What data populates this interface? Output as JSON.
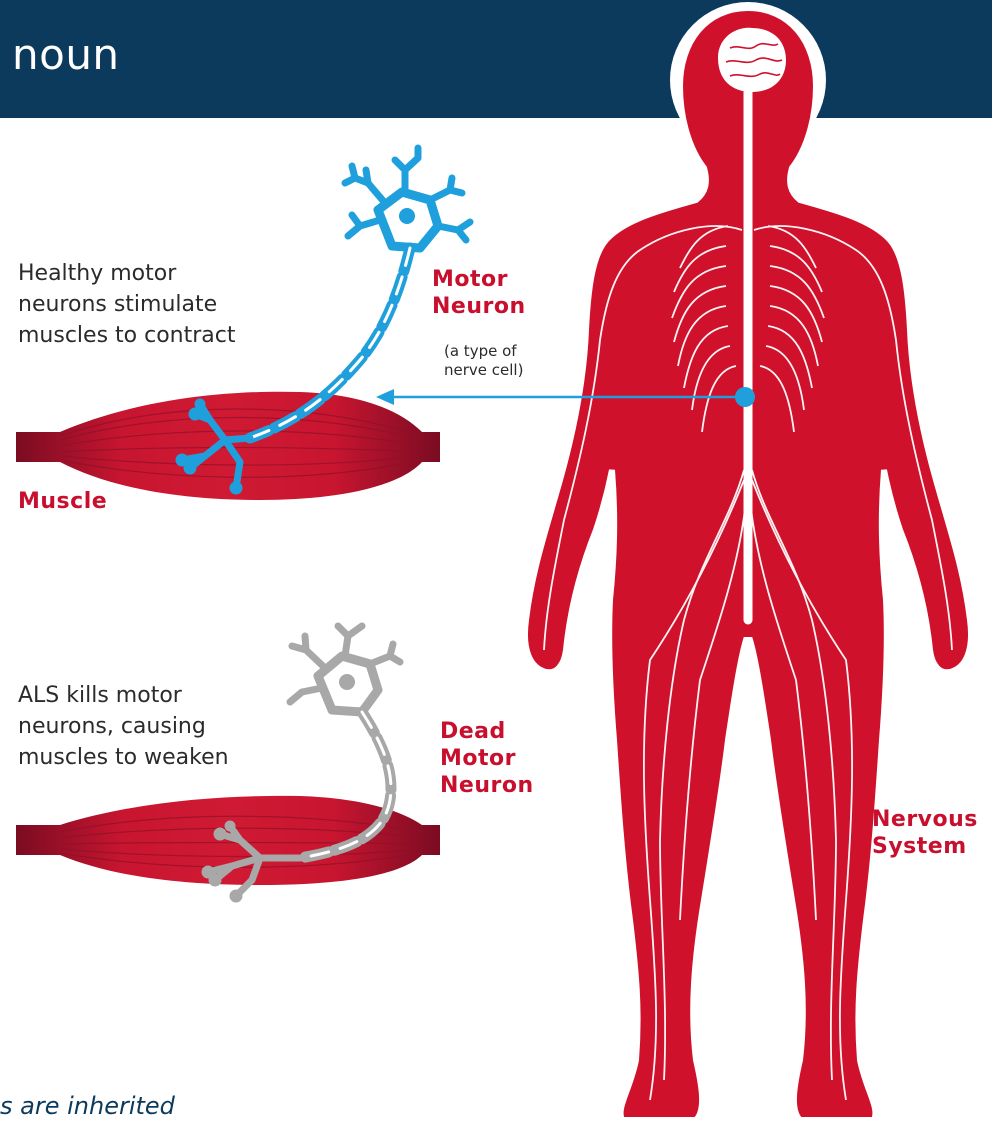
{
  "header": {
    "title": "noun"
  },
  "healthy": {
    "caption_lines": [
      "Healthy motor",
      "neurons stimulate",
      "muscles to contract"
    ],
    "neuron_label_lines": [
      "Motor",
      "Neuron"
    ],
    "neuron_note_lines": [
      "(a type of",
      "nerve cell)"
    ],
    "muscle_label": "Muscle"
  },
  "als": {
    "caption_lines": [
      "ALS kills motor",
      "neurons, causing",
      "muscles to weaken"
    ],
    "neuron_label_lines": [
      "Dead",
      "Motor",
      "Neuron"
    ]
  },
  "body": {
    "label_lines": [
      "Nervous",
      "System"
    ]
  },
  "footer": {
    "text": "s are inherited"
  },
  "colors": {
    "header": "#0b3a5c",
    "accent_red": "#c8102e",
    "body_red": "#d0112b",
    "muscle_dark": "#8e1028",
    "neuron_blue": "#1fa0dc",
    "neuron_gray": "#a8a8a8"
  }
}
